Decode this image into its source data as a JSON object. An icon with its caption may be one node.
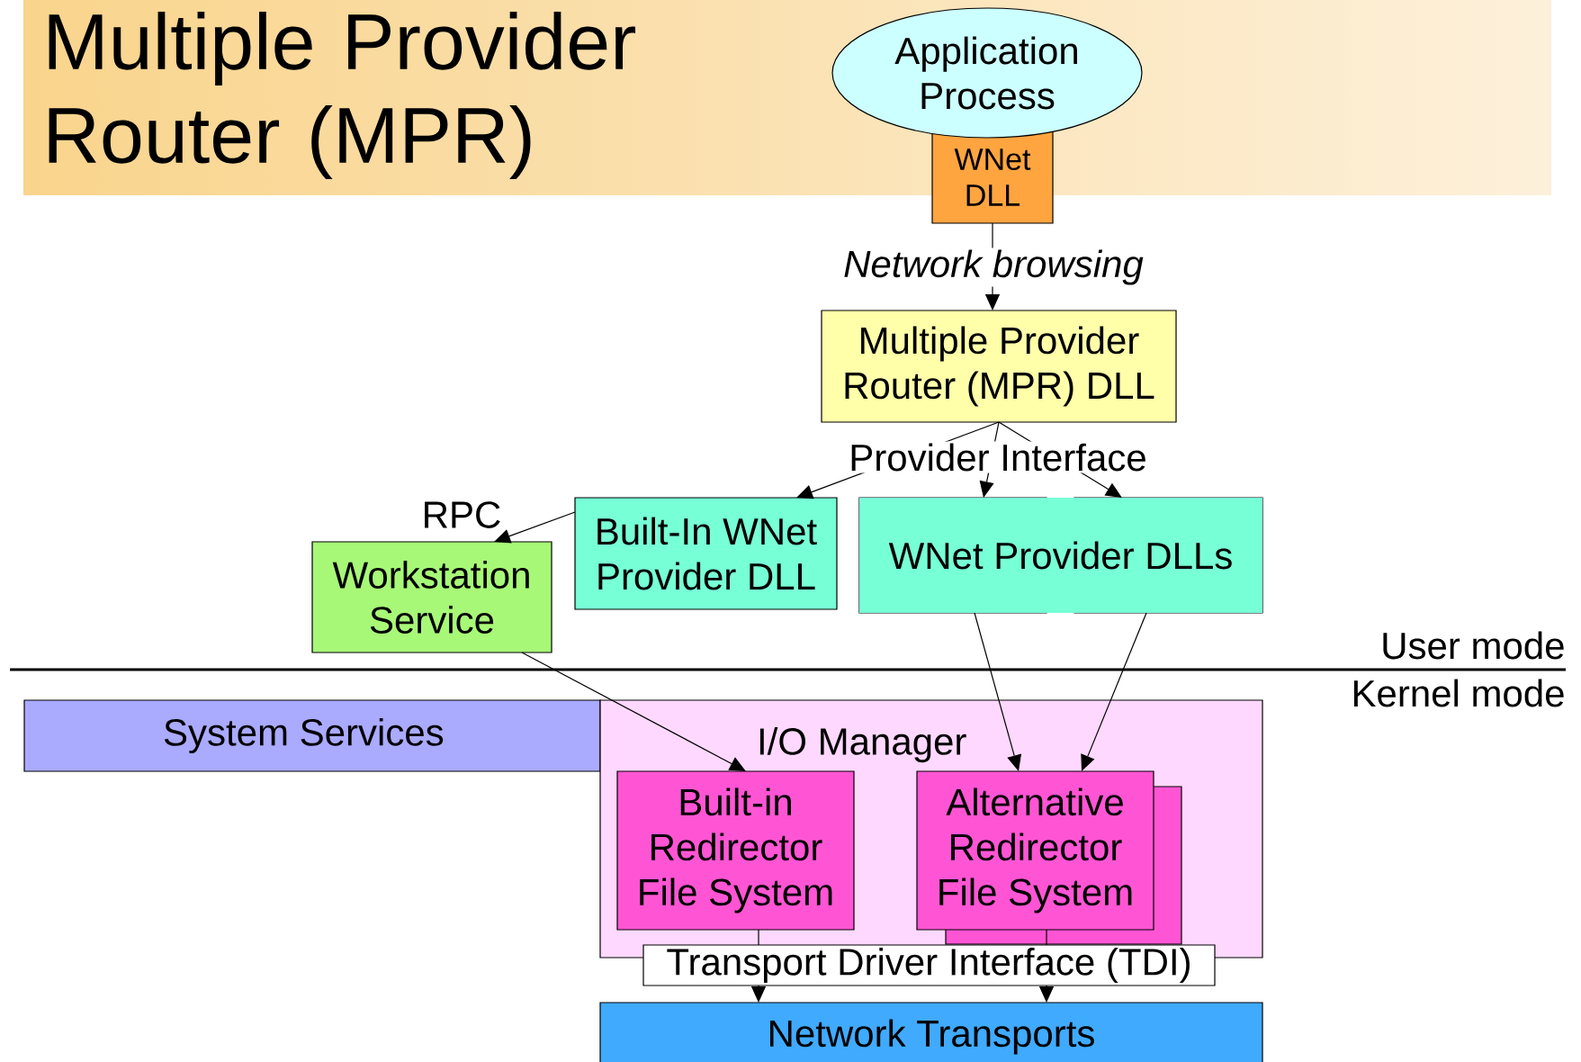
{
  "diagram": {
    "title": "Multiple Provider Router (MPR)",
    "nodes": [
      {
        "text": [
          "Application Process"
        ]
      },
      {
        "text": [
          "WNet DLL"
        ]
      },
      {
        "text": [
          "Multiple Provider Router (MPR) DLL"
        ]
      },
      {
        "text": [
          "Built-In WNet Provider DLL"
        ]
      },
      {
        "text": [
          "WNet Provider DLLs"
        ]
      },
      {
        "text": [
          "Workstation Service"
        ]
      },
      {
        "text": [
          "System Services"
        ]
      },
      {
        "text": [
          "I/O Manager"
        ]
      },
      {
        "text": [
          "Built-in Redirector File System"
        ],
        "in": 7
      },
      {
        "text": [
          "Alternative Redirector File System"
        ],
        "in": 7
      },
      {
        "text": [
          "Transport Driver Interface (TDI)"
        ]
      },
      {
        "text": [
          "Network Transports"
        ]
      }
    ],
    "edges": [
      {
        "from": 1,
        "to": 2,
        "arrow": "to",
        "label": "Network browsing"
      },
      {
        "from": 2,
        "to": 3,
        "arrow": "to"
      },
      {
        "from": 2,
        "to": 4,
        "arrow": "to",
        "label": "Provider Interface"
      },
      {
        "from": 2,
        "to": 4,
        "arrow": "to"
      },
      {
        "from": 3,
        "to": 5,
        "arrow": "to",
        "label": "RPC"
      },
      {
        "from": 5,
        "to": 8,
        "arrow": "to"
      },
      {
        "from": 4,
        "to": 9,
        "arrow": "to"
      },
      {
        "from": 4,
        "to": 9,
        "arrow": "to"
      },
      {
        "from": 8,
        "to": 10,
        "arrow": "none"
      },
      {
        "from": 10,
        "to": 11,
        "arrow": "to"
      },
      {
        "from": 9,
        "to": 10,
        "arrow": "none"
      },
      {
        "from": 10,
        "to": 11,
        "arrow": "to"
      }
    ],
    "labels": [
      "User mode",
      "Kernel mode"
    ]
  }
}
